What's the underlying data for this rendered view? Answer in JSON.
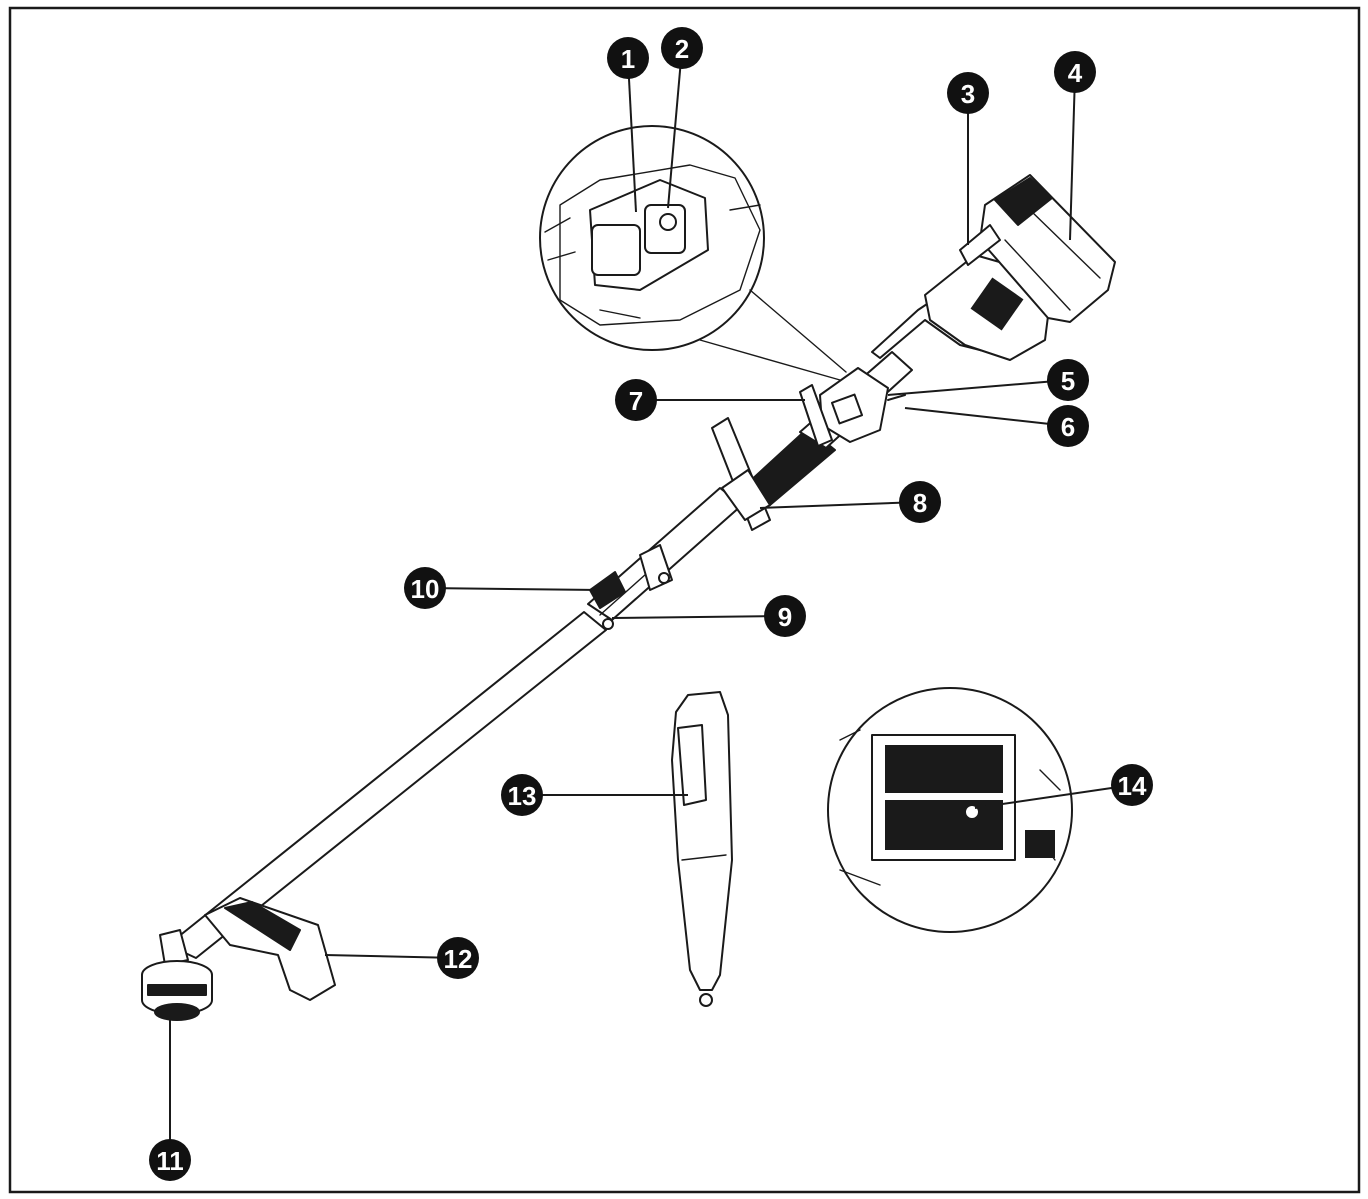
{
  "callouts": [
    "1",
    "2",
    "3",
    "4",
    "5",
    "6",
    "7",
    "8",
    "9",
    "10",
    "11",
    "12",
    "13",
    "14"
  ],
  "colors": {
    "ink": "#1a1a1a",
    "badge": "#111111",
    "paper": "#ffffff"
  }
}
